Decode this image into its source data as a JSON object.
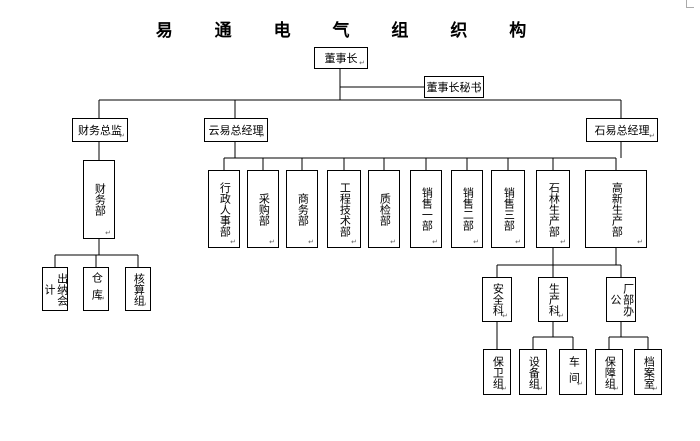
{
  "title": "易 通 电 气 组 织 构 图",
  "para_mark": "↵",
  "nodes": {
    "chairman": "董事长",
    "secretary": "董事长秘书",
    "cfo": "财务总监",
    "yunyi_gm": "云易总经理",
    "shiyi_gm": "石易总经理",
    "finance_dept": "财务部",
    "cashier": "出纳会计",
    "warehouse": "仓库",
    "audit_group": "核算组",
    "admin_hr": "行政人事部",
    "purchasing": "采购部",
    "commerce": "商务部",
    "engineering": "工程技术部",
    "quality": "质检部",
    "sales_1": "销售一部",
    "sales_2": "销售二部",
    "sales_3": "销售三部",
    "shilin_production": "石林生产部",
    "gaoxin_production": "高新生产部",
    "safety": "安全科",
    "production_section": "生产科",
    "factory_office": "厂部办公",
    "guard_group": "保卫组",
    "equipment_group": "设备组",
    "workshop": "车间",
    "support_group": "保障组",
    "archive_room": "档案室"
  }
}
